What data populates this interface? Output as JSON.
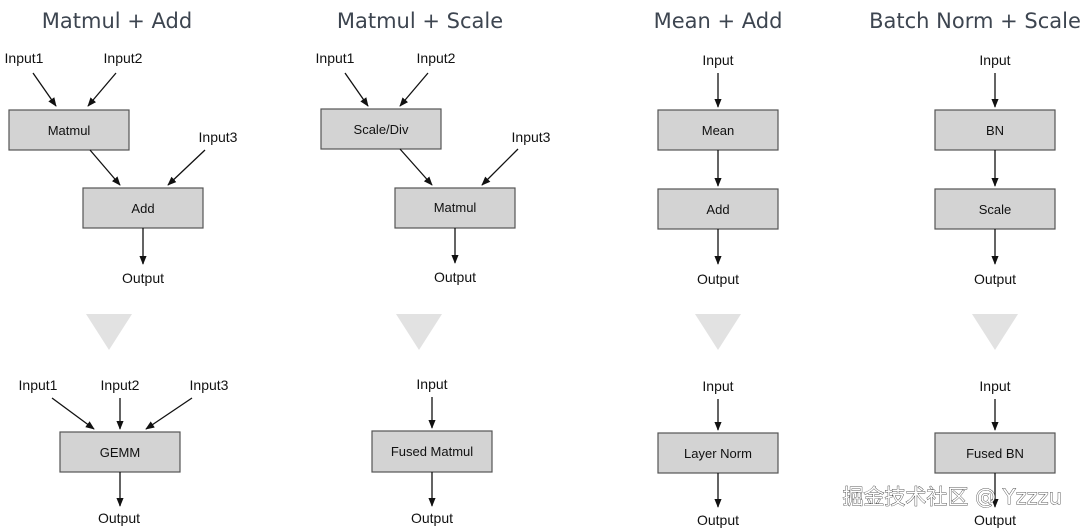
{
  "panels": [
    {
      "title": "Matmul + Add",
      "before": {
        "inputs": [
          "Input1",
          "Input2",
          "Input3"
        ],
        "ops": [
          "Matmul",
          "Add"
        ],
        "output": "Output"
      },
      "after": {
        "inputs": [
          "Input1",
          "Input2",
          "Input3"
        ],
        "op": "GEMM",
        "output": "Output"
      }
    },
    {
      "title": "Matmul + Scale",
      "before": {
        "inputs": [
          "Input1",
          "Input2",
          "Input3"
        ],
        "ops": [
          "Scale/Div",
          "Matmul"
        ],
        "output": "Output"
      },
      "after": {
        "input": "Input",
        "op": "Fused Matmul",
        "output": "Output"
      }
    },
    {
      "title": "Mean + Add",
      "before": {
        "input": "Input",
        "ops": [
          "Mean",
          "Add"
        ],
        "output": "Output"
      },
      "after": {
        "input": "Input",
        "op": "Layer Norm",
        "output": "Output"
      }
    },
    {
      "title": "Batch Norm + Scale",
      "before": {
        "input": "Input",
        "ops": [
          "BN",
          "Scale"
        ],
        "output": "Output"
      },
      "after": {
        "input": "Input",
        "op": "Fused BN",
        "output": "Output"
      }
    }
  ],
  "watermark": "掘金技术社区 @ Yzzzu"
}
